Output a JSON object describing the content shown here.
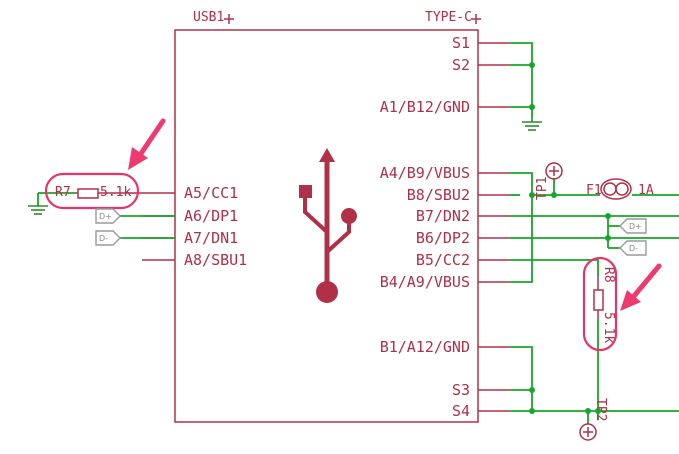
{
  "component": {
    "ref": "USB1",
    "value": "TYPE-C",
    "right_pins": [
      "S1",
      "S2",
      "A1/B12/GND",
      "A4/B9/VBUS",
      "B8/SBU2",
      "B7/DN2",
      "B6/DP2",
      "B5/CC2",
      "B4/A9/VBUS",
      "B1/A12/GND",
      "S3",
      "S4"
    ],
    "left_pins": [
      "A5/CC1",
      "A6/DP1",
      "A7/DN1",
      "A8/SBU1"
    ]
  },
  "resistors": {
    "r7_ref": "R7",
    "r7_value": "5.1k",
    "r8_ref": "R8",
    "r8_value": "5.1k"
  },
  "fuse": {
    "ref": "F1",
    "value": "1A"
  },
  "testpoints": {
    "tp1": "TP1",
    "tp2": "TP2"
  },
  "ports": {
    "dp": "D+",
    "dn": "D-"
  },
  "colors": {
    "component": "#b03048",
    "wire": "#18a62a",
    "highlight": "#e8336b",
    "port": "#9a9a9a"
  }
}
